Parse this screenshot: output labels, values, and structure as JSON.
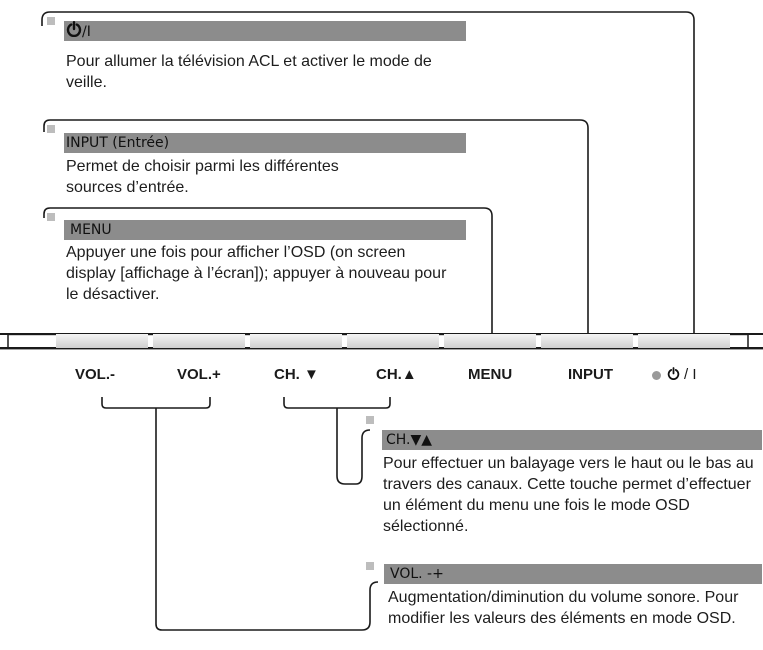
{
  "sections": {
    "power": {
      "title_suffix": "/I",
      "description": "Pour allumer la télévision ACL et activer le mode de veille."
    },
    "input": {
      "title": "INPUT (Entrée)",
      "description": "Permet de choisir parmi les différentes sources d’entrée."
    },
    "menu": {
      "title": "MENU",
      "description": "Appuyer une fois pour afficher l’OSD (on screen display [affichage à l’écran]); appuyer à nouveau pour le désactiver."
    },
    "channel": {
      "title": "CH.▼▲",
      "description": "Pour effectuer un balayage vers le haut ou le bas au travers des canaux. Cette touche permet d’effectuer un élément du menu une fois le mode OSD sélectionné."
    },
    "volume": {
      "title": "VOL. -+",
      "description": "Augmentation/diminution du volume sonore. Pour modifier les valeurs des éléments en mode OSD."
    }
  },
  "buttons": {
    "vol_minus": "VOL.-",
    "vol_plus": "VOL.+",
    "ch_down": "CH. ▼",
    "ch_up": "CH.▲",
    "menu": "MENU",
    "input": "INPUT",
    "power_suffix": "/ I"
  },
  "colors": {
    "header_bg": "#8c8c8c",
    "line": "#1a1a1a",
    "marker": "#bdbdbd"
  }
}
